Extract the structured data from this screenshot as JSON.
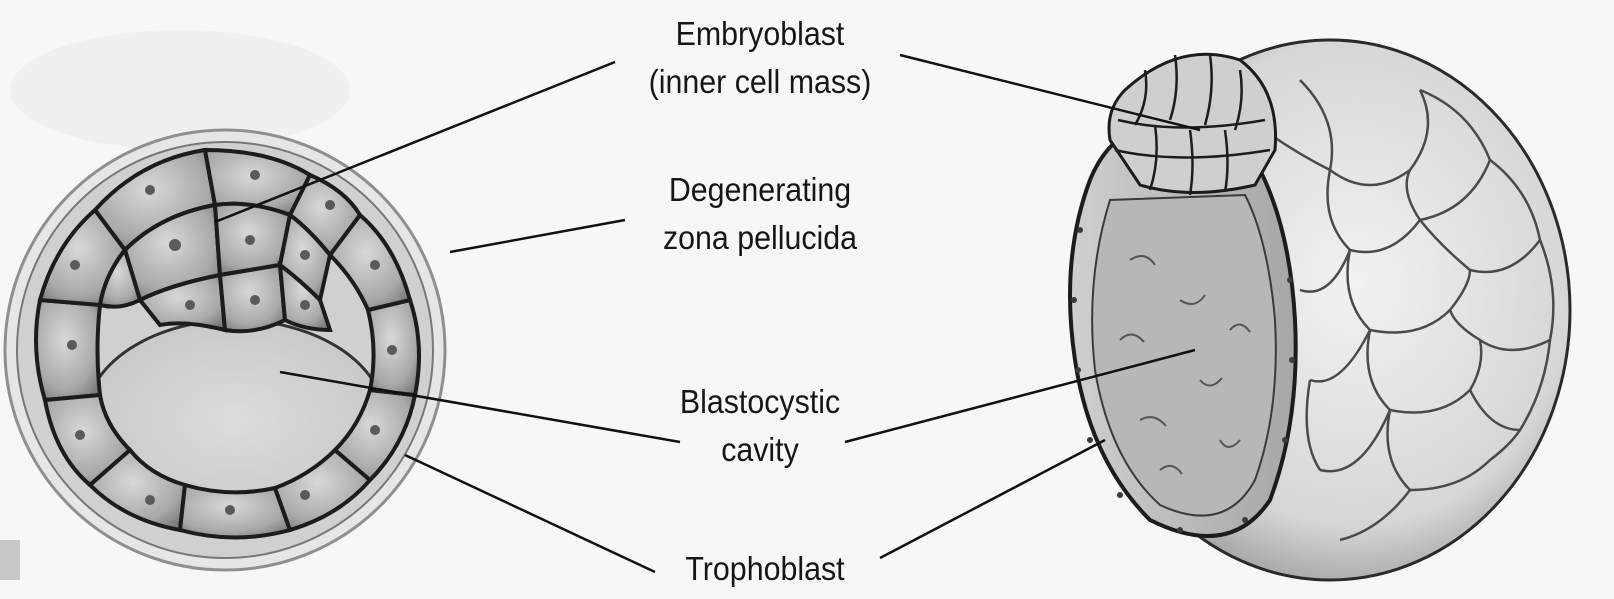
{
  "figure": {
    "labels": {
      "embryoblast": {
        "line1": "Embryoblast",
        "line2": "(inner cell mass)"
      },
      "zona": {
        "line1": "Degenerating",
        "line2": "zona pellucida"
      },
      "cavity": {
        "line1": "Blastocystic",
        "line2": "cavity"
      },
      "trophoblast": {
        "line1": "Trophoblast"
      }
    }
  }
}
